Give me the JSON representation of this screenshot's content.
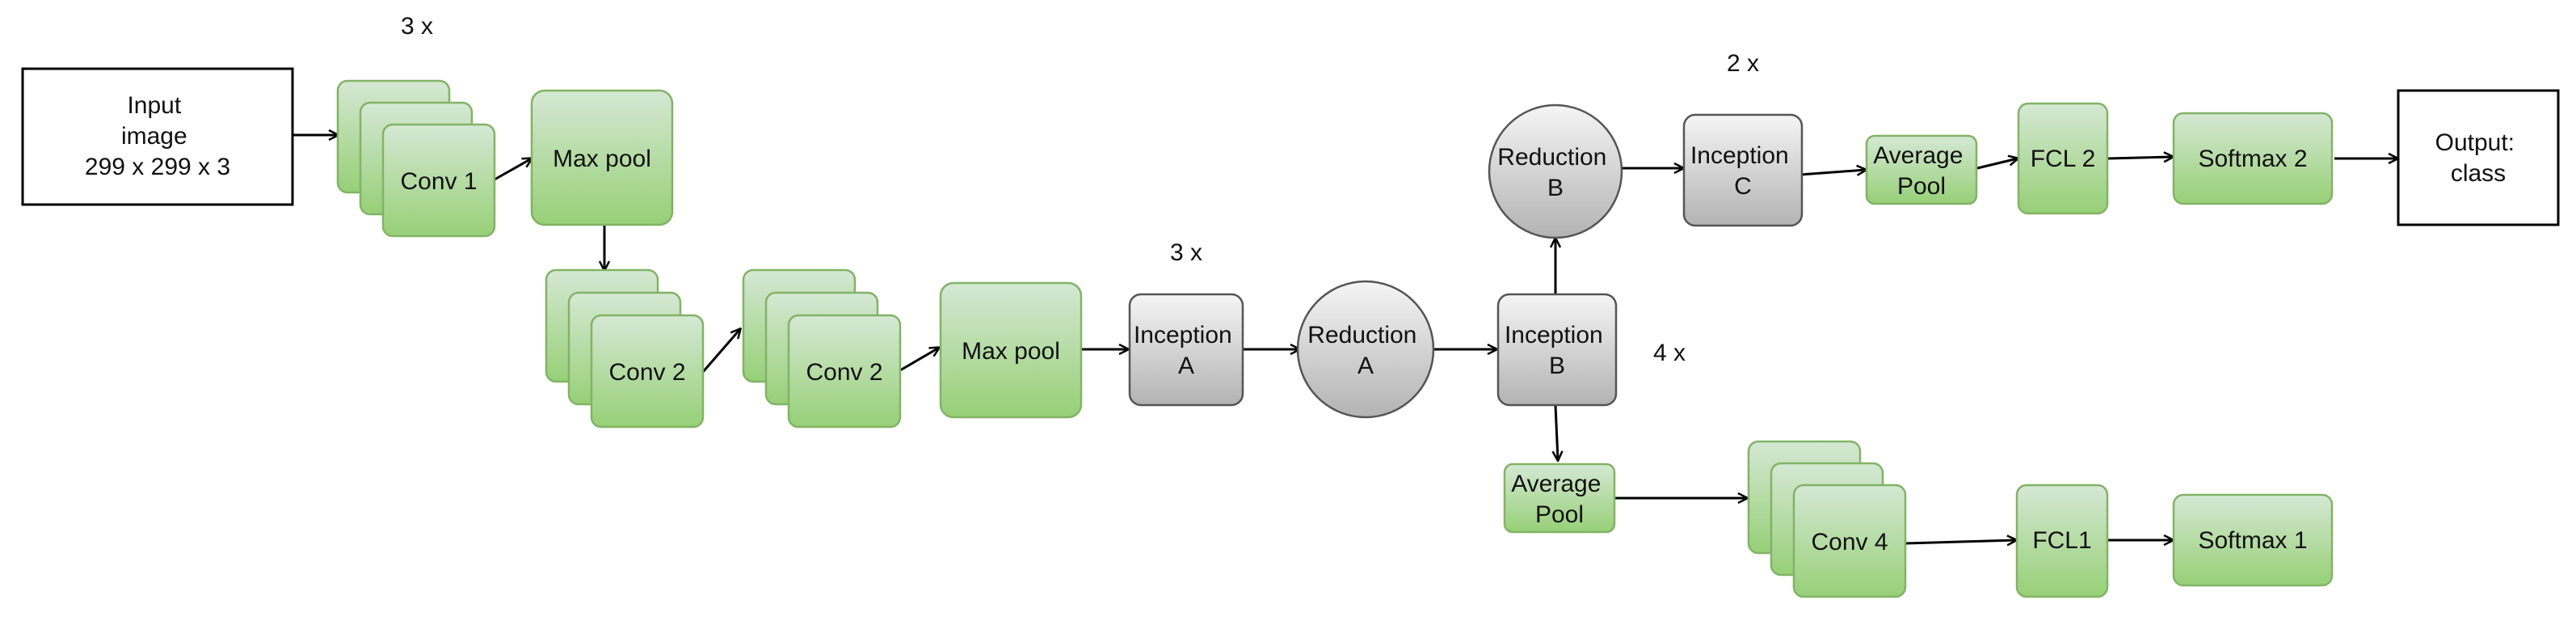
{
  "nodes": {
    "input": {
      "lines": [
        "Input",
        "image",
        "299 x 299 x 3"
      ]
    },
    "conv1": {
      "lines": [
        "Conv 1"
      ]
    },
    "maxpool1": {
      "lines": [
        "Max pool"
      ]
    },
    "conv2a": {
      "lines": [
        "Conv 2"
      ]
    },
    "conv2b": {
      "lines": [
        "Conv 2"
      ]
    },
    "maxpool2": {
      "lines": [
        "Max pool"
      ]
    },
    "inceptionA": {
      "lines": [
        "Inception",
        "A"
      ]
    },
    "reductionA": {
      "lines": [
        "Reduction",
        "A"
      ]
    },
    "inceptionB": {
      "lines": [
        "Inception",
        "B"
      ]
    },
    "reductionB": {
      "lines": [
        "Reduction",
        "B"
      ]
    },
    "inceptionC": {
      "lines": [
        "Inception",
        "C"
      ]
    },
    "avgpool2": {
      "lines": [
        "Average",
        "Pool"
      ]
    },
    "fcl2": {
      "lines": [
        "FCL 2"
      ]
    },
    "softmax2": {
      "lines": [
        "Softmax 2"
      ]
    },
    "output": {
      "lines": [
        "Output:",
        "class"
      ]
    },
    "avgpool1": {
      "lines": [
        "Average",
        "Pool"
      ]
    },
    "conv4": {
      "lines": [
        "Conv 4"
      ]
    },
    "fcl1": {
      "lines": [
        "FCL1"
      ]
    },
    "softmax1": {
      "lines": [
        "Softmax 1"
      ]
    }
  },
  "multipliers": {
    "conv1": "3 x",
    "inceptionA": "3 x",
    "inceptionB": "4 x",
    "inceptionC": "2 x"
  },
  "colors": {
    "green_fill_top": "#d5e8d4",
    "green_fill_bottom": "#97d077",
    "green_stroke": "#82b366",
    "gray_fill_top": "#f5f5f5",
    "gray_fill_bottom": "#b3b3b3",
    "gray_stroke": "#555555"
  }
}
